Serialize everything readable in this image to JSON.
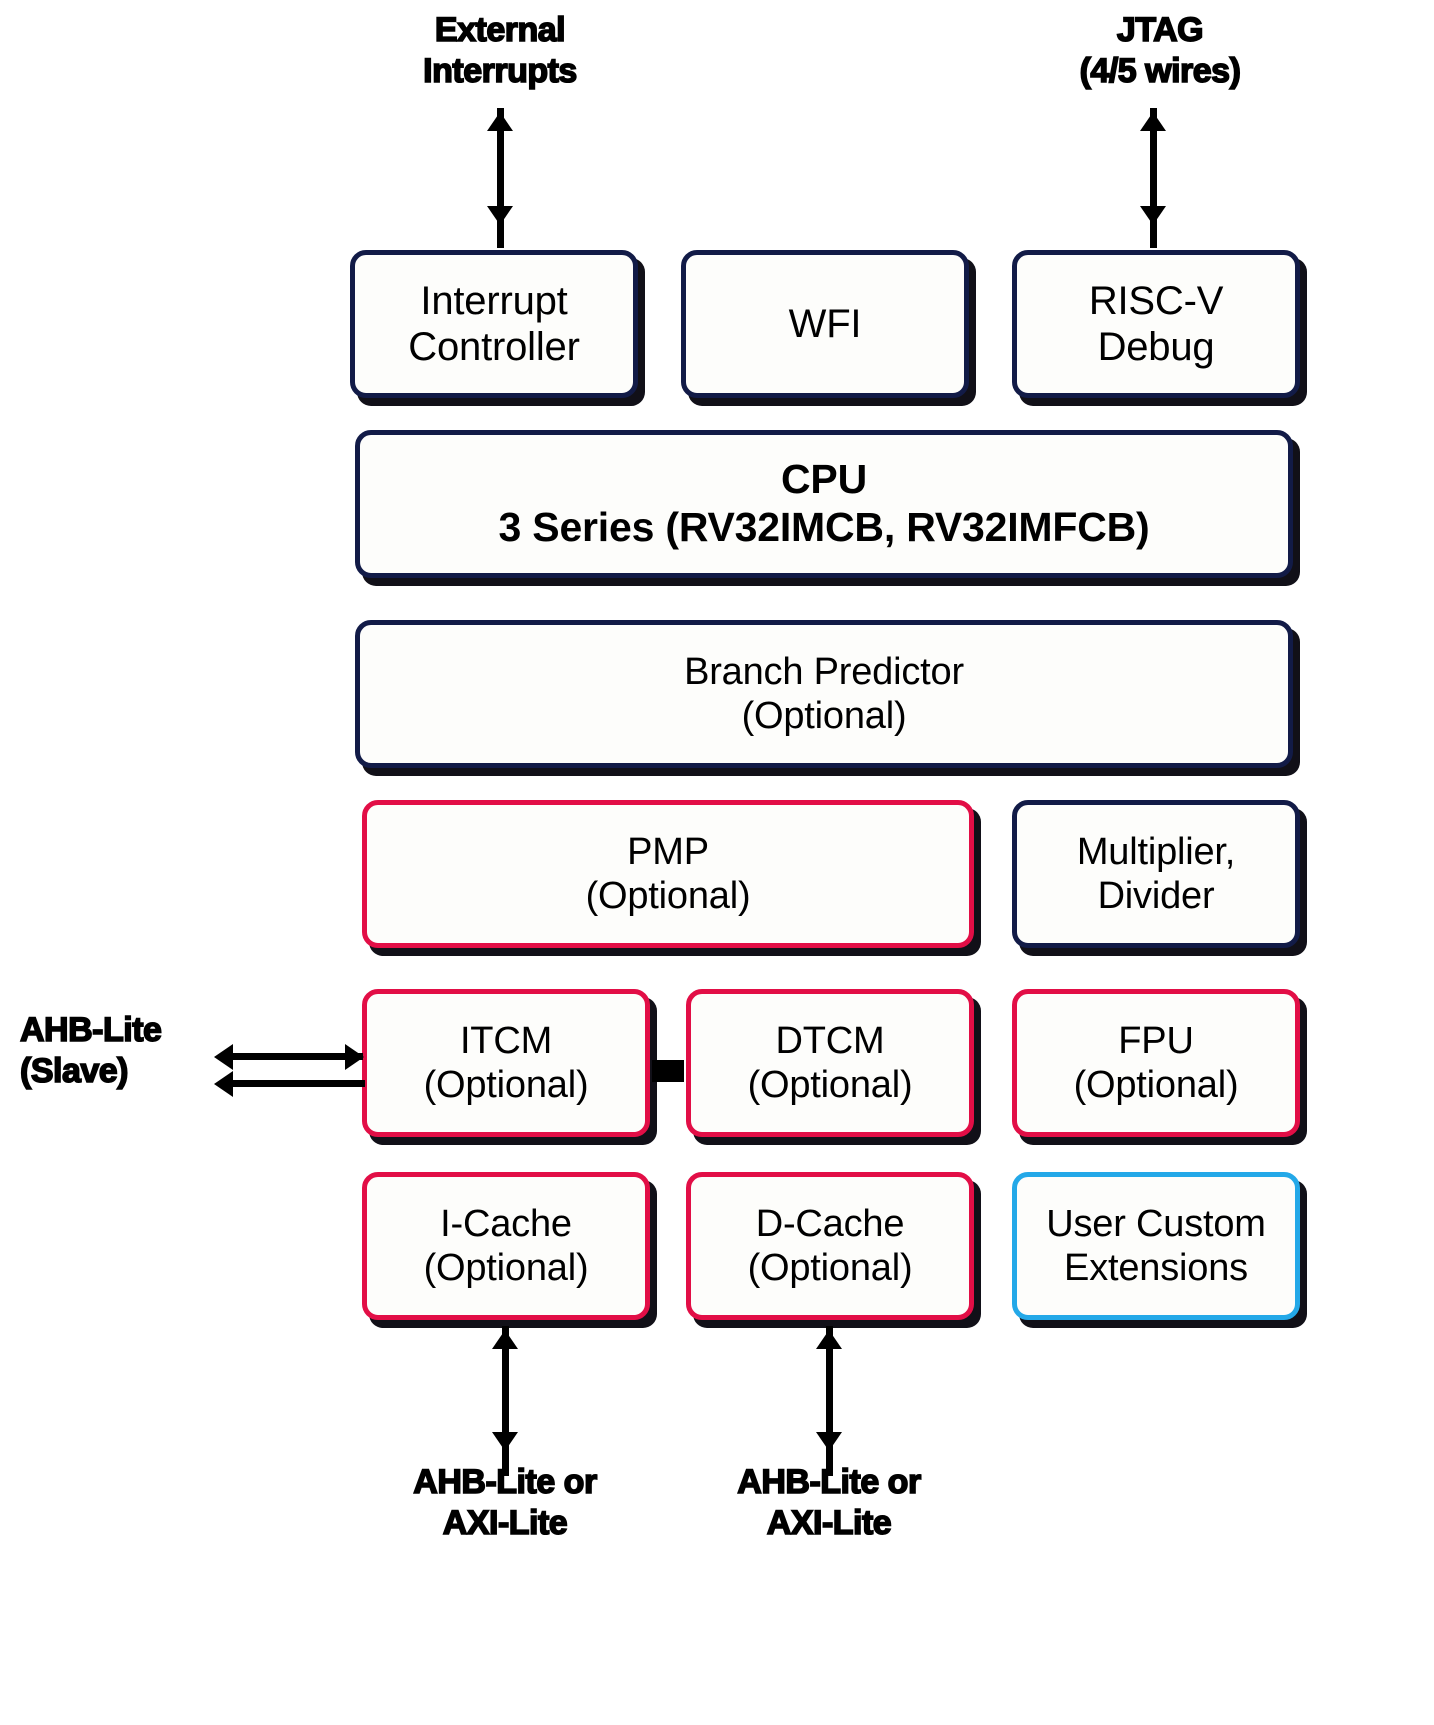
{
  "diagram": {
    "title": "RISC-V 3 Series CPU Block Diagram",
    "colors": {
      "navy": "#121b47",
      "crimson": "#e20e46",
      "cyan": "#23a8e8",
      "block_fill": "#fdfdfb",
      "shadow": "#111018",
      "connector": "#000000"
    },
    "edge_labels": {
      "external_interrupts": {
        "line1": "External",
        "line2": "Interrupts"
      },
      "jtag": {
        "line1": "JTAG",
        "line2": "(4/5 wires)"
      },
      "ahb_lite_slave": {
        "line1": "AHB-Lite",
        "line2": "(Slave)"
      },
      "bottom_left_bus": {
        "line1": "AHB-Lite or",
        "line2": "AXI-Lite"
      },
      "bottom_right_bus": {
        "line1": "AHB-Lite or",
        "line2": "AXI-Lite"
      }
    },
    "blocks": [
      {
        "id": "interrupt-controller",
        "line1": "Interrupt",
        "line2": "Controller",
        "border": "navy"
      },
      {
        "id": "wfi",
        "line1": "WFI",
        "line2": "",
        "border": "navy"
      },
      {
        "id": "riscv-debug",
        "line1": "RISC-V",
        "line2": "Debug",
        "border": "navy"
      },
      {
        "id": "cpu",
        "line1": "CPU",
        "line2": "3 Series (RV32IMCB, RV32IMFCB)",
        "border": "navy"
      },
      {
        "id": "branch-predictor",
        "line1": "Branch Predictor",
        "line2": "(Optional)",
        "border": "navy"
      },
      {
        "id": "pmp",
        "line1": "PMP",
        "line2": "(Optional)",
        "border": "crimson"
      },
      {
        "id": "multiplier-divider",
        "line1": "Multiplier,",
        "line2": "Divider",
        "border": "navy"
      },
      {
        "id": "itcm",
        "line1": "ITCM",
        "line2": "(Optional)",
        "border": "crimson"
      },
      {
        "id": "dtcm",
        "line1": "DTCM",
        "line2": "(Optional)",
        "border": "crimson"
      },
      {
        "id": "fpu",
        "line1": "FPU",
        "line2": "(Optional)",
        "border": "crimson"
      },
      {
        "id": "i-cache",
        "line1": "I-Cache",
        "line2": "(Optional)",
        "border": "crimson"
      },
      {
        "id": "d-cache",
        "line1": "D-Cache",
        "line2": "(Optional)",
        "border": "crimson"
      },
      {
        "id": "user-custom-extensions",
        "line1": "User Custom",
        "line2": "Extensions",
        "border": "cyan"
      }
    ]
  }
}
